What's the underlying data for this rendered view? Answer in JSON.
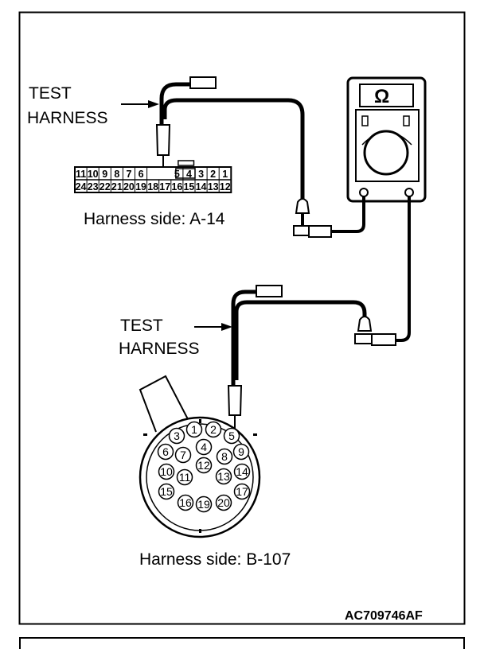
{
  "labels": {
    "test_harness_1": [
      "TEST",
      "HARNESS"
    ],
    "test_harness_2": [
      "TEST",
      "HARNESS"
    ],
    "harness_side_a": "Harness side: A-14",
    "harness_side_b": "Harness side: B-107",
    "code": "AC709746AF",
    "ohm_symbol": "Ω"
  },
  "connector_a14": {
    "top_row": [
      "11",
      "10",
      "9",
      "8",
      "7",
      "6",
      "",
      "",
      "5",
      "4",
      "3",
      "2",
      "1"
    ],
    "bottom_row": [
      "24",
      "23",
      "22",
      "21",
      "20",
      "19",
      "18",
      "17",
      "16",
      "15",
      "14",
      "13",
      "12"
    ]
  },
  "connector_b107": {
    "pins": [
      "1",
      "2",
      "3",
      "4",
      "5",
      "6",
      "7",
      "8",
      "9",
      "10",
      "11",
      "12",
      "13",
      "14",
      "15",
      "16",
      "19",
      "20",
      "17"
    ]
  }
}
